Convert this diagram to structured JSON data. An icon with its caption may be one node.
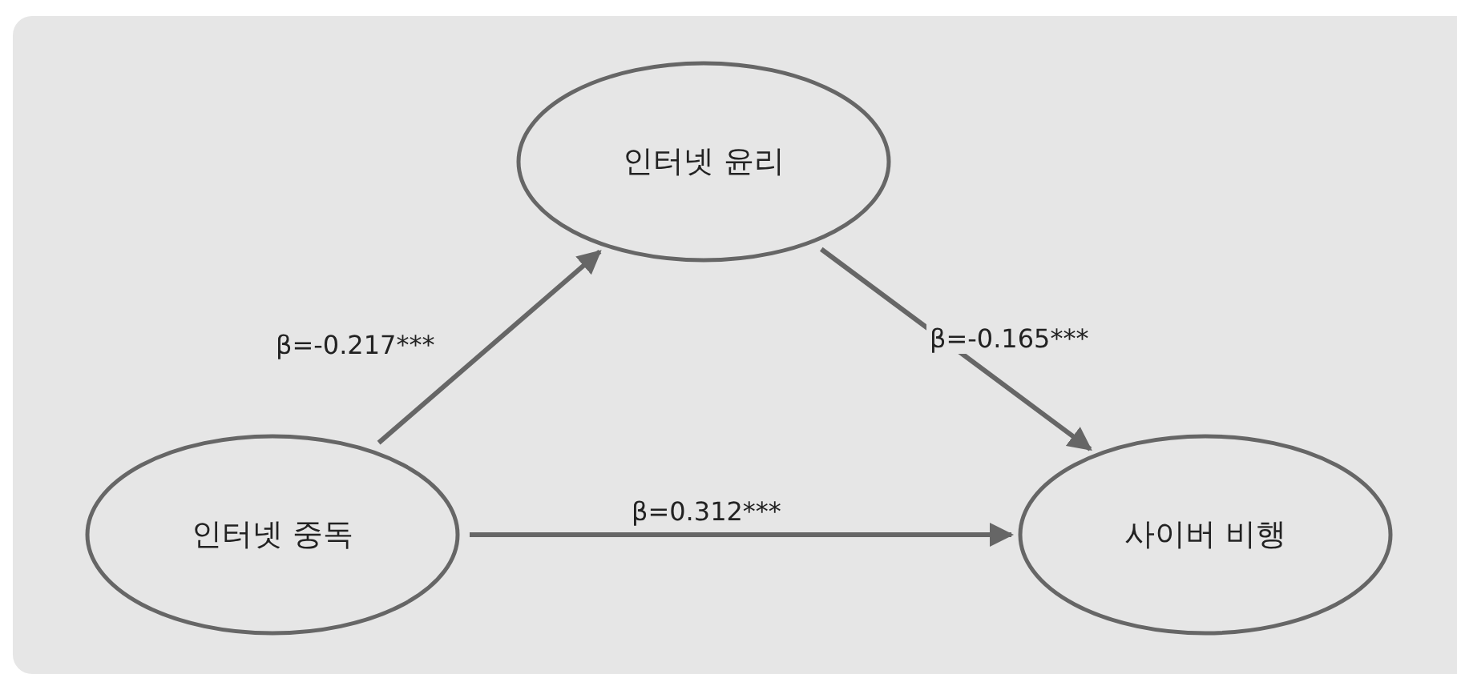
{
  "diagram": {
    "nodes": [
      {
        "text": [
          "인터넷 윤리"
        ]
      },
      {
        "text": [
          "인터넷 중독"
        ]
      },
      {
        "text": [
          "사이버 비행"
        ]
      }
    ],
    "edges": [
      {
        "from": 1,
        "to": 0,
        "arrow": "to",
        "label": "β=-0.217***"
      },
      {
        "from": 0,
        "to": 2,
        "arrow": "to",
        "label": "β=-0.165***"
      },
      {
        "from": 1,
        "to": 2,
        "arrow": "to",
        "label": "β=0.312***"
      }
    ]
  }
}
